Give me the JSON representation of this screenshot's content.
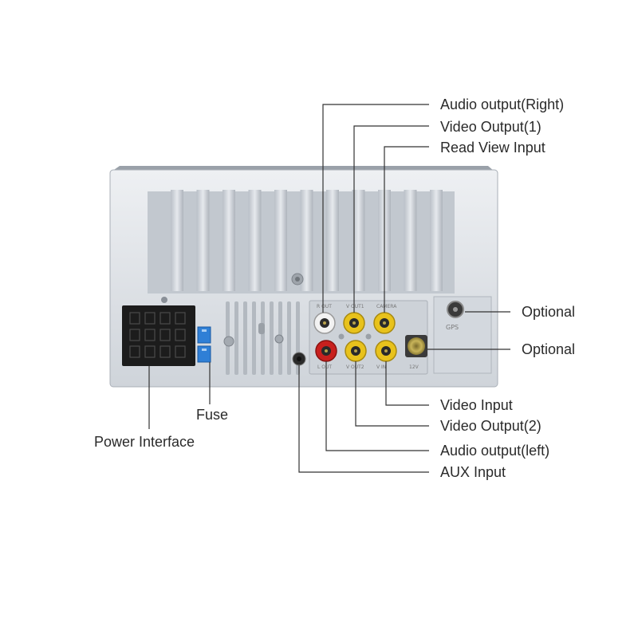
{
  "callouts": {
    "audio_output_right": "Audio output(Right)",
    "video_output_1": "Video Output(1)",
    "read_view_input": "Read View Input",
    "optional_gps": "Optional",
    "optional_port": "Optional",
    "video_input": "Video Input",
    "video_output_2": "Video Output(2)",
    "audio_output_left": "Audio output(left)",
    "aux_input": "AUX Input",
    "fuse": "Fuse",
    "power_interface": "Power Interface"
  },
  "panel_marks": {
    "gps": "GPS"
  },
  "colors": {
    "chassis": "#d9dde3",
    "fin": "#c7ccd3",
    "rca_red": "#c8201e",
    "rca_yellow": "#e8c21c",
    "rca_white": "#f2f2f2",
    "fuse_blue": "#2f7fd6",
    "connector": "#1c1c1c",
    "leader_line": "#333333"
  }
}
